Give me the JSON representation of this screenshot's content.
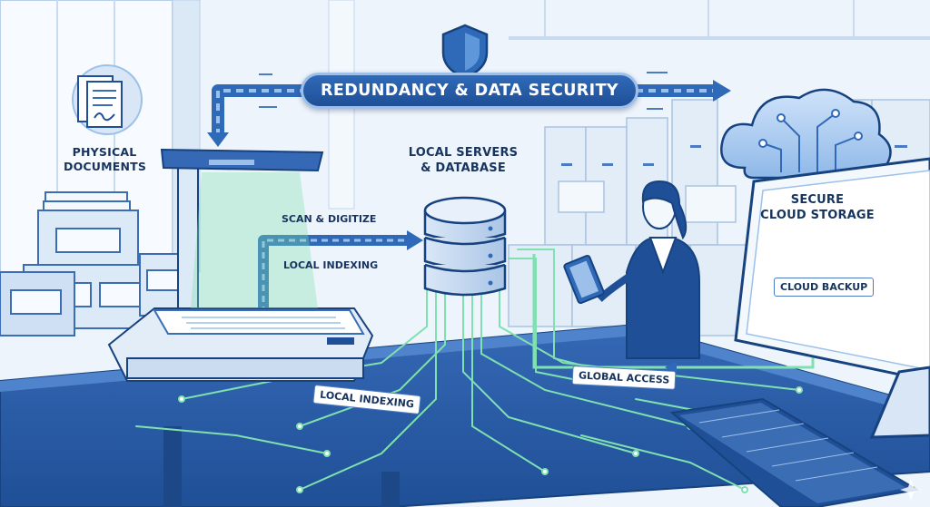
{
  "title": "REDUNDANCY & DATA SECURITY",
  "nodes": {
    "physical_documents": {
      "line1": "PHYSICAL",
      "line2": "DOCUMENTS"
    },
    "local_servers": {
      "line1": "LOCAL SERVERS",
      "line2": "& DATABASE"
    },
    "cloud_storage": {
      "line1": "SECURE",
      "line2": "CLOUD STORAGE"
    }
  },
  "flow_labels": {
    "scan": "SCAN & DIGITIZE",
    "local_indexing_upper": "LOCAL INDEXING",
    "local_indexing_lower": "LOCAL INDEXING",
    "cloud_backup": "CLOUD BACKUP",
    "global_access": "GLOBAL ACCESS"
  },
  "icons": {
    "shield": "shield-icon",
    "documents": "documents-icon",
    "cloud": "cloud-network-icon",
    "server": "server-stack-icon",
    "scanner": "book-scanner-icon",
    "tablet": "tablet-icon",
    "monitor": "monitor-icon",
    "keyboard": "keyboard-icon",
    "sparkle": "sparkle-icon"
  },
  "colors": {
    "primary_blue": "#1f4f96",
    "accent_blue": "#2f6ab9",
    "light_blue": "#9cc0ea",
    "circuit_green": "#7fe0b0",
    "desk_blue": "#2a5fae",
    "text_dark": "#17345f"
  }
}
